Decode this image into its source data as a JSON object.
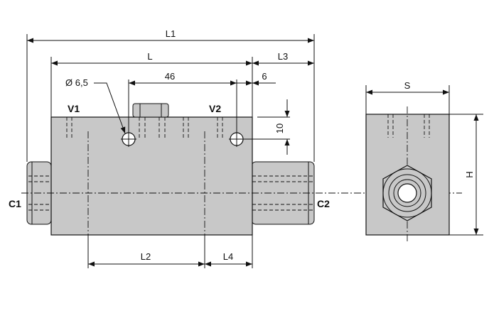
{
  "diagram": {
    "dimensions": {
      "L1": "L1",
      "L": "L",
      "L3": "L3",
      "d46": "46",
      "d6": "6",
      "d10": "10",
      "L2": "L2",
      "L4": "L4",
      "S": "S",
      "H": "H",
      "hole": "Ø 6,5"
    },
    "ports": {
      "V1": "V1",
      "V2": "V2",
      "C1": "C1",
      "C2": "C2"
    }
  }
}
